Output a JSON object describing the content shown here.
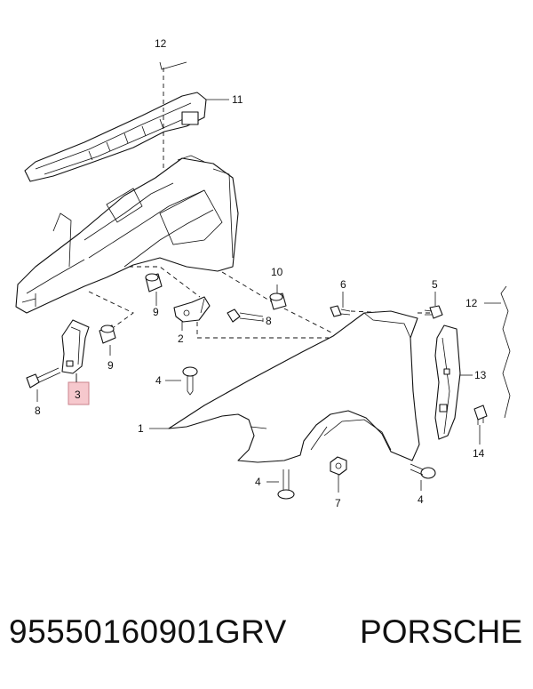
{
  "callouts": {
    "c1": "1",
    "c2": "2",
    "c3": "3",
    "c4a": "4",
    "c4b": "4",
    "c4c": "4",
    "c5": "5",
    "c6": "6",
    "c7": "7",
    "c8a": "8",
    "c8b": "8",
    "c9a": "9",
    "c9b": "9",
    "c10": "10",
    "c11": "11",
    "c12a": "12",
    "c12b": "12",
    "c13": "13",
    "c14": "14"
  },
  "caption": {
    "part_number": "95550160901GRV",
    "brand": "PORSCHE"
  },
  "colors": {
    "line": "#111111",
    "highlight_fill": "#f6c8cd",
    "highlight_border": "#c9828b"
  }
}
